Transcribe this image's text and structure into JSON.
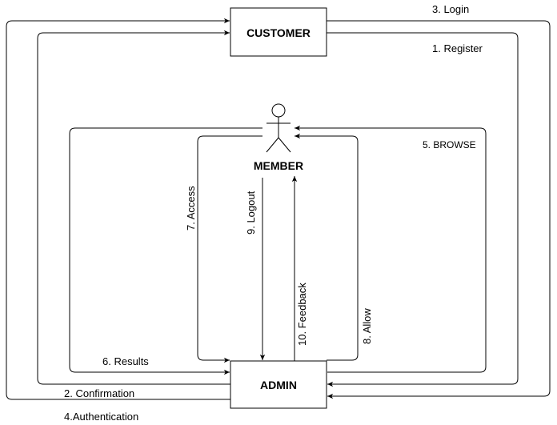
{
  "nodes": {
    "customer": "CUSTOMER",
    "member": "MEMBER",
    "admin": "ADMIN"
  },
  "edges": {
    "register": "1. Register",
    "confirmation": "2. Confirmation",
    "login": "3. Login",
    "authentication": "4.Authentication",
    "browse": "5. BROWSE",
    "results": "6. Results",
    "access": "7. Access",
    "allow": "8. Allow",
    "logout": "9. Logout",
    "feedback": "10. Feedback"
  },
  "colors": {
    "stroke": "#000000",
    "background": "#ffffff"
  }
}
